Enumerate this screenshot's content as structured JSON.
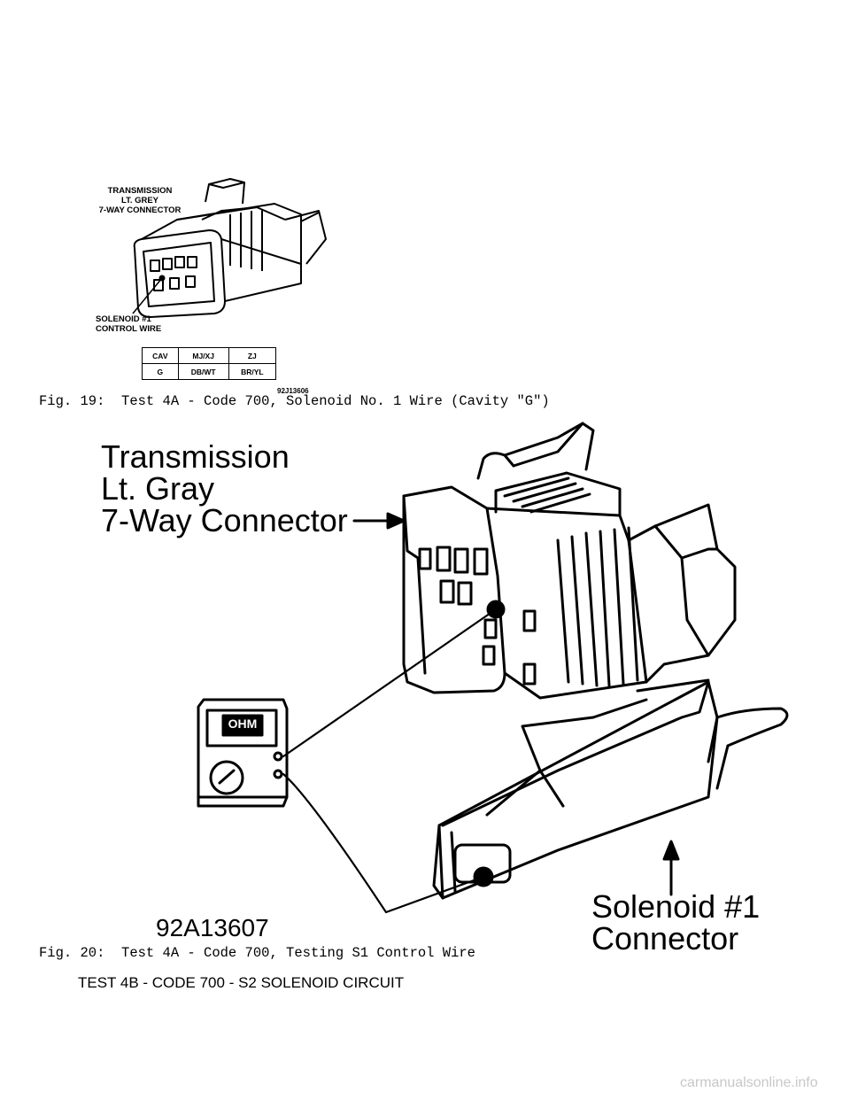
{
  "figure1": {
    "connector_label": [
      "TRANSMISSION",
      "LT. GREY",
      "7-WAY CONNECTOR"
    ],
    "wire_label": [
      "SOLENOID #1",
      "CONTROL WIRE"
    ],
    "table": {
      "headers": [
        "CAV",
        "MJ/XJ",
        "ZJ"
      ],
      "row": [
        "G",
        "DB/WT",
        "BR/YL"
      ]
    },
    "code": "92J13606",
    "caption": "Fig. 19:  Test 4A - Code 700, Solenoid No. 1 Wire (Cavity \"G\")"
  },
  "figure2": {
    "connector_label": [
      "Transmission",
      "Lt. Gray",
      "7-Way Connector"
    ],
    "meter_display": "OHM",
    "solenoid_label": [
      "Solenoid #1",
      "Connector"
    ],
    "code": "92A13607",
    "caption": "Fig. 20:  Test 4A - Code 700, Testing S1 Control Wire"
  },
  "section_heading": "TEST 4B - CODE 700 - S2 SOLENOID CIRCUIT",
  "watermark": "carmanualsonline.info"
}
